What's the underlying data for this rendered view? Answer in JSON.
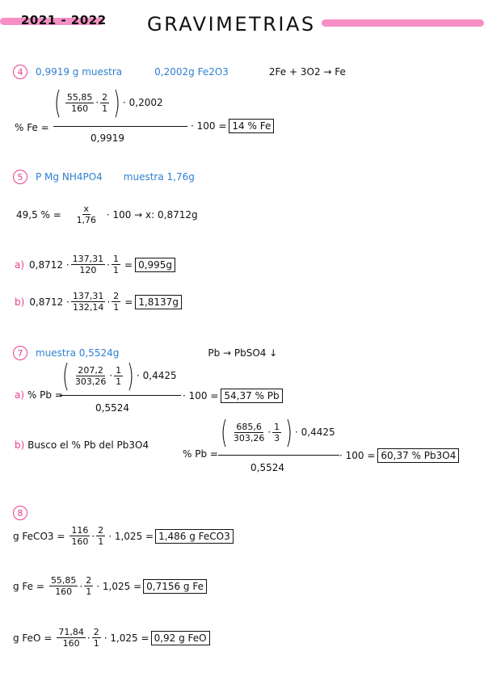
{
  "header": {
    "year": "2021 - 2022",
    "title": "GRAVIMETRIAS"
  },
  "s4": {
    "num": "4",
    "sample": "0,9919 g muestra",
    "compound": "0,2002g Fe2O3",
    "reaction": "2Fe + 3O2 → Fe",
    "lhs": "% Fe =",
    "frac1_num": "55,85",
    "frac1_den": "160",
    "frac2_num": "2",
    "frac2_den": "1",
    "mult": "· 0,2002",
    "den": "0,9919",
    "times100": "· 100 =",
    "result": "14 % Fe"
  },
  "s5": {
    "num": "5",
    "compound": "P Mg NH4PO4",
    "sample": "muestra 1,76g",
    "eq_lhs": "49,5 % =",
    "eq_num": "x",
    "eq_den": "1,76",
    "eq_rest": "· 100 → x: 0,8712g",
    "a_label": "a)",
    "a_pre": "0,8712 ·",
    "a_f1n": "137,31",
    "a_f1d": "120",
    "a_f2n": "1",
    "a_f2d": "1",
    "a_eq": "=",
    "a_result": "0,995g",
    "b_label": "b)",
    "b_pre": "0,8712 ·",
    "b_f1n": "137,31",
    "b_f1d": "132,14",
    "b_f2n": "2",
    "b_f2d": "1",
    "b_eq": "=",
    "b_result": "1,8137g"
  },
  "s7": {
    "num": "7",
    "sample": "muestra 0,5524g",
    "reaction": "Pb → PbSO4 ↓",
    "a_label": "a)",
    "a_lhs": "% Pb =",
    "a_f1n": "207,2",
    "a_f1d": "303,26",
    "a_f2n": "1",
    "a_f2d": "1",
    "a_mult": "· 0,4425",
    "a_den": "0,5524",
    "a_times": "· 100 =",
    "a_result": "54,37 % Pb",
    "b_label": "b)",
    "b_text": "Busco el % Pb del Pb3O4",
    "b_lhs": "% Pb =",
    "b_f1n": "685,6",
    "b_f1d": "303,26",
    "b_f2n": "1",
    "b_f2d": "3",
    "b_mult": "· 0,4425",
    "b_den": "0,5524",
    "b_times": "· 100 =",
    "b_result": "60,37 % Pb3O4"
  },
  "s8": {
    "num": "8",
    "r1_lhs": "g FeCO3 =",
    "r1_f1n": "116",
    "r1_f1d": "160",
    "r1_f2n": "2",
    "r1_f2d": "1",
    "r1_rest": "· 1,025 =",
    "r1_result": "1,486 g FeCO3",
    "r2_lhs": "g Fe =",
    "r2_f1n": "55,85",
    "r2_f1d": "160",
    "r2_f2n": "2",
    "r2_f2d": "1",
    "r2_rest": "· 1,025 =",
    "r2_result": "0,7156 g Fe",
    "r3_lhs": "g FeO =",
    "r3_f1n": "71,84",
    "r3_f1d": "160",
    "r3_f2n": "2",
    "r3_f2d": "1",
    "r3_rest": "· 1,025 =",
    "r3_result": "0,92 g FeO"
  }
}
